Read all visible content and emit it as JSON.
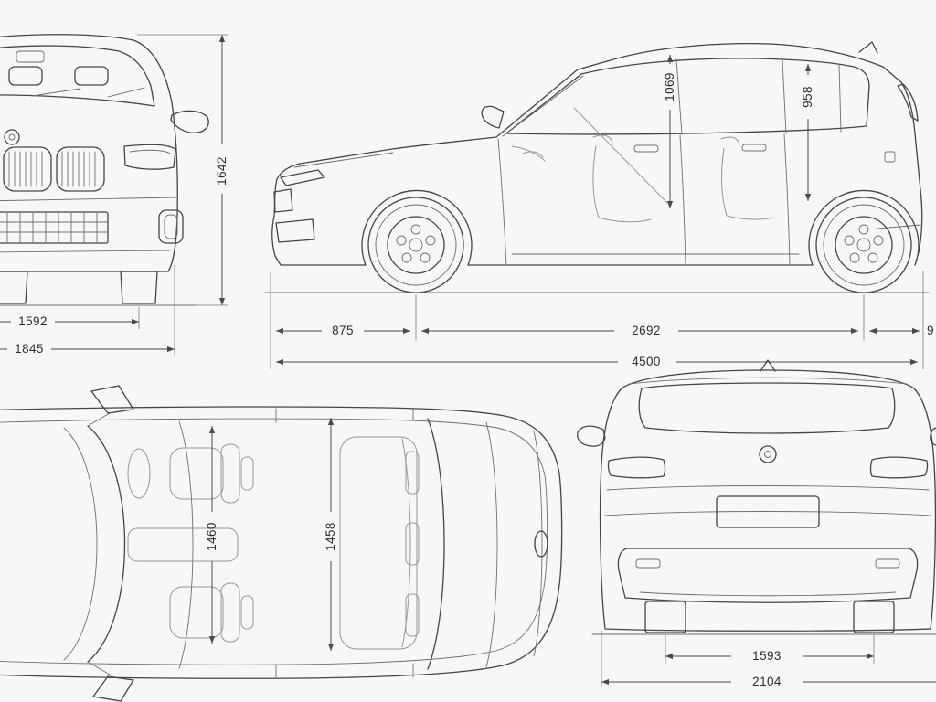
{
  "diagram": {
    "front_view": {
      "overall_height": "1642",
      "track_width": "1592",
      "overall_width": "1845"
    },
    "side_view": {
      "front_headroom": "1069",
      "rear_headroom": "958",
      "front_overhang": "875",
      "wheelbase": "2692",
      "rear_overhang_truncated": "9",
      "overall_length": "4500"
    },
    "top_view": {
      "front_interior_width": "1460",
      "rear_interior_width": "1458"
    },
    "rear_view": {
      "rear_track": "1593",
      "overall_width_mirrors": "2104"
    }
  }
}
